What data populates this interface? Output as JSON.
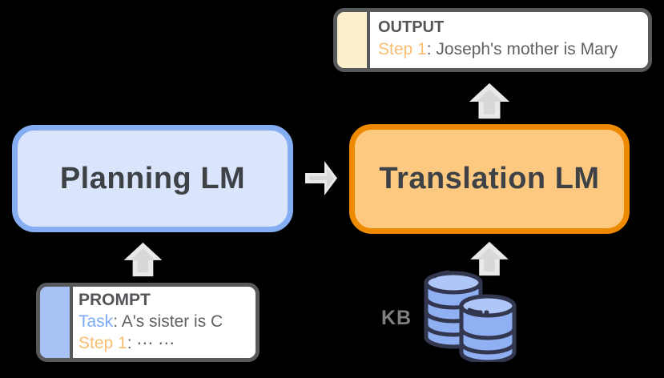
{
  "colors": {
    "page-bg": "#000000",
    "planning-fill": "#DAE5FB",
    "planning-border": "#85ADF2",
    "translation-fill": "#FDC87F",
    "translation-border": "#EE8A00",
    "card-bg": "#FFFFFF",
    "card-border": "#58595B",
    "prompt-strip": "#A7C3F5",
    "output-strip": "#FCEFCB",
    "title-text": "#545559",
    "body-text": "#606164",
    "box-text": "#3E4247",
    "task-color": "#7BAAF7",
    "step-color": "#F9BE70",
    "kb-color": "#7F7F7F",
    "arrow-light": "#E9E9E9",
    "arrow-dark": "#D8D8D8",
    "db-outline": "#33364F",
    "db-body": "#8FB0F3",
    "db-top": "#AEC6F8"
  },
  "planning_box": {
    "label": "Planning LM"
  },
  "translation_box": {
    "label": "Translation LM"
  },
  "output_card": {
    "title": "OUTPUT",
    "step_label": "Step 1",
    "step_text": ": Joseph's mother is Mary"
  },
  "prompt_card": {
    "title": "PROMPT",
    "task_label": "Task",
    "task_text": ": A's sister is C",
    "step_label": "Step 1",
    "step_text": ":  ⋯ ⋯"
  },
  "kb": {
    "label": "KB"
  }
}
